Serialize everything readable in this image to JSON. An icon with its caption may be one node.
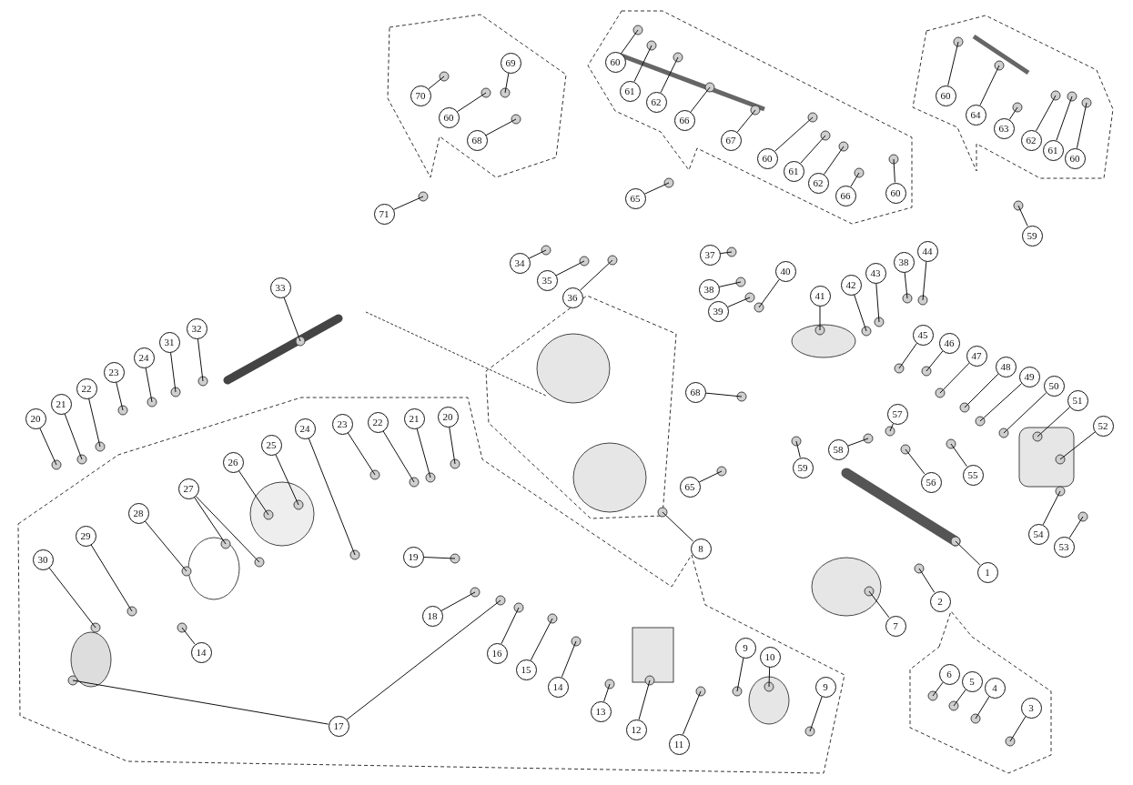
{
  "diagram": {
    "nodes": [
      {
        "text": [
          "60"
        ]
      },
      {
        "text": [
          "69"
        ]
      },
      {
        "text": [
          "61"
        ]
      },
      {
        "text": [
          "60"
        ]
      },
      {
        "text": [
          "62"
        ]
      },
      {
        "text": [
          "70"
        ]
      },
      {
        "text": [
          "66"
        ]
      },
      {
        "text": [
          "60"
        ]
      },
      {
        "text": [
          "64"
        ]
      },
      {
        "text": [
          "68"
        ]
      },
      {
        "text": [
          "67"
        ]
      },
      {
        "text": [
          "63"
        ]
      },
      {
        "text": [
          "62"
        ]
      },
      {
        "text": [
          "60"
        ]
      },
      {
        "text": [
          "61"
        ]
      },
      {
        "text": [
          "60"
        ]
      },
      {
        "text": [
          "61"
        ]
      },
      {
        "text": [
          "60"
        ]
      },
      {
        "text": [
          "62"
        ]
      },
      {
        "text": [
          "66"
        ]
      },
      {
        "text": [
          "65"
        ]
      },
      {
        "text": [
          "71"
        ]
      },
      {
        "text": [
          "59"
        ]
      },
      {
        "text": [
          "37"
        ]
      },
      {
        "text": [
          "44"
        ]
      },
      {
        "text": [
          "34"
        ]
      },
      {
        "text": [
          "38"
        ]
      },
      {
        "text": [
          "40"
        ]
      },
      {
        "text": [
          "43"
        ]
      },
      {
        "text": [
          "35"
        ]
      },
      {
        "text": [
          "42"
        ]
      },
      {
        "text": [
          "38"
        ]
      },
      {
        "text": [
          "33"
        ]
      },
      {
        "text": [
          "36"
        ]
      },
      {
        "text": [
          "39"
        ]
      },
      {
        "text": [
          "41"
        ]
      },
      {
        "text": [
          "32"
        ]
      },
      {
        "text": [
          "45"
        ]
      },
      {
        "text": [
          "46"
        ]
      },
      {
        "text": [
          "31"
        ]
      },
      {
        "text": [
          "47"
        ]
      },
      {
        "text": [
          "24"
        ]
      },
      {
        "text": [
          "48"
        ]
      },
      {
        "text": [
          "23"
        ]
      },
      {
        "text": [
          "49"
        ]
      },
      {
        "text": [
          "22"
        ]
      },
      {
        "text": [
          "50"
        ]
      },
      {
        "text": [
          "68"
        ]
      },
      {
        "text": [
          "21"
        ]
      },
      {
        "text": [
          "51"
        ]
      },
      {
        "text": [
          "20"
        ]
      },
      {
        "text": [
          "57"
        ]
      },
      {
        "text": [
          "52"
        ]
      },
      {
        "text": [
          "20"
        ]
      },
      {
        "text": [
          "21"
        ]
      },
      {
        "text": [
          "22"
        ]
      },
      {
        "text": [
          "23"
        ]
      },
      {
        "text": [
          "24"
        ]
      },
      {
        "text": [
          "25"
        ]
      },
      {
        "text": [
          "58"
        ]
      },
      {
        "text": [
          "26"
        ]
      },
      {
        "text": [
          "59"
        ]
      },
      {
        "text": [
          "55"
        ]
      },
      {
        "text": [
          "56"
        ]
      },
      {
        "text": [
          "65"
        ]
      },
      {
        "text": [
          "27"
        ]
      },
      {
        "text": [
          "28"
        ]
      },
      {
        "text": [
          "54"
        ]
      },
      {
        "text": [
          "29"
        ]
      },
      {
        "text": [
          "53"
        ]
      },
      {
        "text": [
          "8"
        ]
      },
      {
        "text": [
          "19"
        ]
      },
      {
        "text": [
          "30"
        ]
      },
      {
        "text": [
          "1"
        ]
      },
      {
        "text": [
          "2"
        ]
      },
      {
        "text": [
          "18"
        ]
      },
      {
        "text": [
          "7"
        ]
      },
      {
        "text": [
          "9"
        ]
      },
      {
        "text": [
          "14"
        ]
      },
      {
        "text": [
          "16"
        ]
      },
      {
        "text": [
          "14"
        ]
      },
      {
        "text": [
          "10"
        ]
      },
      {
        "text": [
          "15"
        ]
      },
      {
        "text": [
          "6"
        ]
      },
      {
        "text": [
          "5"
        ]
      },
      {
        "text": [
          "9"
        ]
      },
      {
        "text": [
          "4"
        ]
      },
      {
        "text": [
          "3"
        ]
      },
      {
        "text": [
          "13"
        ]
      },
      {
        "text": [
          "17"
        ]
      },
      {
        "text": [
          "12"
        ]
      },
      {
        "text": [
          "11"
        ]
      }
    ],
    "edges": [
      {
        "from": 0,
        "to": null,
        "arrow": "none"
      },
      {
        "from": 1,
        "to": null,
        "arrow": "none"
      },
      {
        "from": 2,
        "to": null,
        "arrow": "none"
      },
      {
        "from": 3,
        "to": null,
        "arrow": "none"
      },
      {
        "from": 4,
        "to": null,
        "arrow": "none"
      },
      {
        "from": 5,
        "to": null,
        "arrow": "none"
      },
      {
        "from": 6,
        "to": null,
        "arrow": "none"
      },
      {
        "from": 7,
        "to": null,
        "arrow": "none"
      },
      {
        "from": 8,
        "to": null,
        "arrow": "none"
      },
      {
        "from": 9,
        "to": null,
        "arrow": "none"
      },
      {
        "from": 10,
        "to": null,
        "arrow": "none"
      },
      {
        "from": 11,
        "to": null,
        "arrow": "none"
      },
      {
        "from": 12,
        "to": null,
        "arrow": "none"
      },
      {
        "from": 13,
        "to": null,
        "arrow": "none"
      },
      {
        "from": 14,
        "to": null,
        "arrow": "none"
      },
      {
        "from": 15,
        "to": null,
        "arrow": "none"
      },
      {
        "from": 16,
        "to": null,
        "arrow": "none"
      },
      {
        "from": 17,
        "to": null,
        "arrow": "none"
      },
      {
        "from": 18,
        "to": null,
        "arrow": "none"
      },
      {
        "from": 19,
        "to": null,
        "arrow": "none"
      },
      {
        "from": 20,
        "to": null,
        "arrow": "none"
      },
      {
        "from": 21,
        "to": null,
        "arrow": "none"
      },
      {
        "from": 22,
        "to": null,
        "arrow": "none"
      },
      {
        "from": 23,
        "to": null,
        "arrow": "none"
      },
      {
        "from": 24,
        "to": null,
        "arrow": "none"
      },
      {
        "from": 25,
        "to": null,
        "arrow": "none"
      },
      {
        "from": 26,
        "to": null,
        "arrow": "none"
      },
      {
        "from": 27,
        "to": null,
        "arrow": "none"
      },
      {
        "from": 28,
        "to": null,
        "arrow": "none"
      },
      {
        "from": 29,
        "to": null,
        "arrow": "none"
      },
      {
        "from": 30,
        "to": null,
        "arrow": "none"
      },
      {
        "from": 31,
        "to": null,
        "arrow": "none"
      },
      {
        "from": 32,
        "to": null,
        "arrow": "none"
      },
      {
        "from": 33,
        "to": null,
        "arrow": "none"
      },
      {
        "from": 34,
        "to": null,
        "arrow": "none"
      },
      {
        "from": 35,
        "to": null,
        "arrow": "none"
      },
      {
        "from": 36,
        "to": null,
        "arrow": "none"
      },
      {
        "from": 37,
        "to": null,
        "arrow": "none"
      },
      {
        "from": 38,
        "to": null,
        "arrow": "none"
      },
      {
        "from": 39,
        "to": null,
        "arrow": "none"
      },
      {
        "from": 40,
        "to": null,
        "arrow": "none"
      },
      {
        "from": 41,
        "to": null,
        "arrow": "none"
      },
      {
        "from": 42,
        "to": null,
        "arrow": "none"
      },
      {
        "from": 43,
        "to": null,
        "arrow": "none"
      },
      {
        "from": 44,
        "to": null,
        "arrow": "none"
      },
      {
        "from": 45,
        "to": null,
        "arrow": "none"
      },
      {
        "from": 46,
        "to": null,
        "arrow": "none"
      },
      {
        "from": 47,
        "to": null,
        "arrow": "none"
      },
      {
        "from": 48,
        "to": null,
        "arrow": "none"
      },
      {
        "from": 49,
        "to": null,
        "arrow": "none"
      },
      {
        "from": 50,
        "to": null,
        "arrow": "none"
      },
      {
        "from": 51,
        "to": null,
        "arrow": "none"
      },
      {
        "from": 52,
        "to": null,
        "arrow": "none"
      },
      {
        "from": 53,
        "to": null,
        "arrow": "none"
      },
      {
        "from": 54,
        "to": null,
        "arrow": "none"
      },
      {
        "from": 55,
        "to": null,
        "arrow": "none"
      },
      {
        "from": 56,
        "to": null,
        "arrow": "none"
      },
      {
        "from": 57,
        "to": null,
        "arrow": "none"
      },
      {
        "from": 58,
        "to": null,
        "arrow": "none"
      },
      {
        "from": 59,
        "to": null,
        "arrow": "none"
      },
      {
        "from": 60,
        "to": null,
        "arrow": "none"
      },
      {
        "from": 61,
        "to": null,
        "arrow": "none"
      },
      {
        "from": 62,
        "to": null,
        "arrow": "none"
      },
      {
        "from": 63,
        "to": null,
        "arrow": "none"
      },
      {
        "from": 64,
        "to": null,
        "arrow": "none"
      },
      {
        "from": 65,
        "to": null,
        "arrow": "none"
      },
      {
        "from": 65,
        "to": null,
        "arrow": "none"
      },
      {
        "from": 66,
        "to": null,
        "arrow": "none"
      },
      {
        "from": 67,
        "to": null,
        "arrow": "none"
      },
      {
        "from": 68,
        "to": null,
        "arrow": "none"
      },
      {
        "from": 69,
        "to": null,
        "arrow": "none"
      },
      {
        "from": 70,
        "to": null,
        "arrow": "none"
      },
      {
        "from": 71,
        "to": null,
        "arrow": "none"
      },
      {
        "from": 72,
        "to": null,
        "arrow": "none"
      },
      {
        "from": 73,
        "to": null,
        "arrow": "none"
      },
      {
        "from": 74,
        "to": null,
        "arrow": "none"
      },
      {
        "from": 75,
        "to": null,
        "arrow": "none"
      },
      {
        "from": 76,
        "to": null,
        "arrow": "none"
      },
      {
        "from": 77,
        "to": null,
        "arrow": "none"
      },
      {
        "from": 78,
        "to": null,
        "arrow": "none"
      },
      {
        "from": 79,
        "to": null,
        "arrow": "none"
      },
      {
        "from": 80,
        "to": null,
        "arrow": "none"
      },
      {
        "from": 81,
        "to": null,
        "arrow": "none"
      },
      {
        "from": 82,
        "to": null,
        "arrow": "none"
      },
      {
        "from": 83,
        "to": null,
        "arrow": "none"
      },
      {
        "from": 84,
        "to": null,
        "arrow": "none"
      },
      {
        "from": 85,
        "to": null,
        "arrow": "none"
      },
      {
        "from": 86,
        "to": null,
        "arrow": "none"
      },
      {
        "from": 87,
        "to": null,
        "arrow": "none"
      },
      {
        "from": 88,
        "to": null,
        "arrow": "none"
      },
      {
        "from": 89,
        "to": null,
        "arrow": "none"
      },
      {
        "from": 89,
        "to": null,
        "arrow": "none"
      },
      {
        "from": 90,
        "to": null,
        "arrow": "none"
      },
      {
        "from": 91,
        "to": null,
        "arrow": "none"
      }
    ]
  }
}
